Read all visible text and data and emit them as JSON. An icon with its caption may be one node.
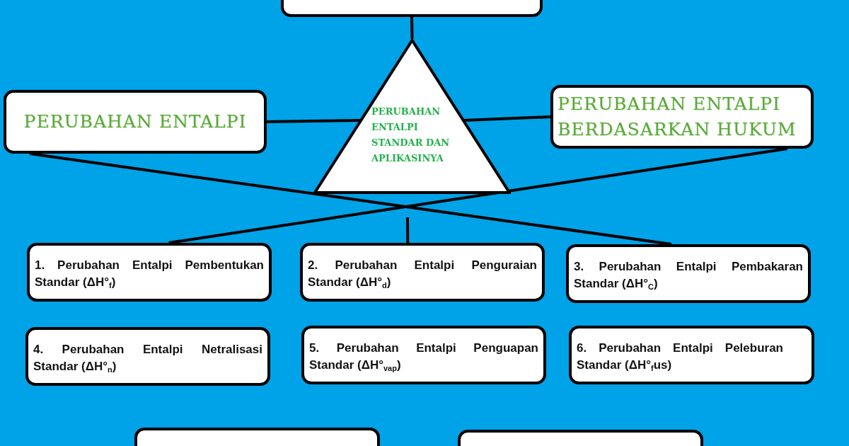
{
  "diagram": {
    "nodes": [
      {
        "text": [],
        "shape": "box"
      },
      {
        "text": [
          "PERUBAHAN ENTALPI"
        ]
      },
      {
        "text": [
          "PERUBAHAN ENTALPI STANDAR DAN APLIKASINYA"
        ]
      },
      {
        "text": [
          "PERUBAHAN ENTALPI BERDASARKAN HUKUM"
        ]
      },
      {
        "text": [
          "1. Perubahan Entalpi Pembentukan Standar (ΔH°$_{f}$)"
        ]
      },
      {
        "text": [
          "2. Perubahan Entalpi Penguraian Standar (ΔH°$_{d}$)"
        ]
      },
      {
        "text": [
          "3. Perubahan Entalpi Pembakaran Standar (ΔH°$_{C}$)"
        ]
      },
      {
        "text": [
          "4. Perubahan Entalpi Netralisasi Standar (ΔH°$_{n}$)"
        ]
      },
      {
        "text": [
          "5. Perubahan Entalpi Penguapan Standar (ΔH°$_{vap}$)"
        ]
      },
      {
        "text": [
          "6. Perubahan Entalpi Peleburan Standar (ΔH°$_{f}$us)"
        ]
      },
      {
        "text": [],
        "shape": "box"
      },
      {
        "text": [],
        "shape": "box"
      }
    ],
    "edges": [
      {
        "from": 0,
        "to": 2,
        "arrow": "none"
      },
      {
        "from": 1,
        "to": 2,
        "arrow": "none"
      },
      {
        "from": 2,
        "to": 3,
        "arrow": "none"
      },
      {
        "from": 1,
        "to": 6,
        "arrow": "none"
      },
      {
        "from": 3,
        "to": 4,
        "arrow": "none"
      },
      {
        "from": null,
        "to": 5,
        "arrow": "none"
      }
    ]
  }
}
